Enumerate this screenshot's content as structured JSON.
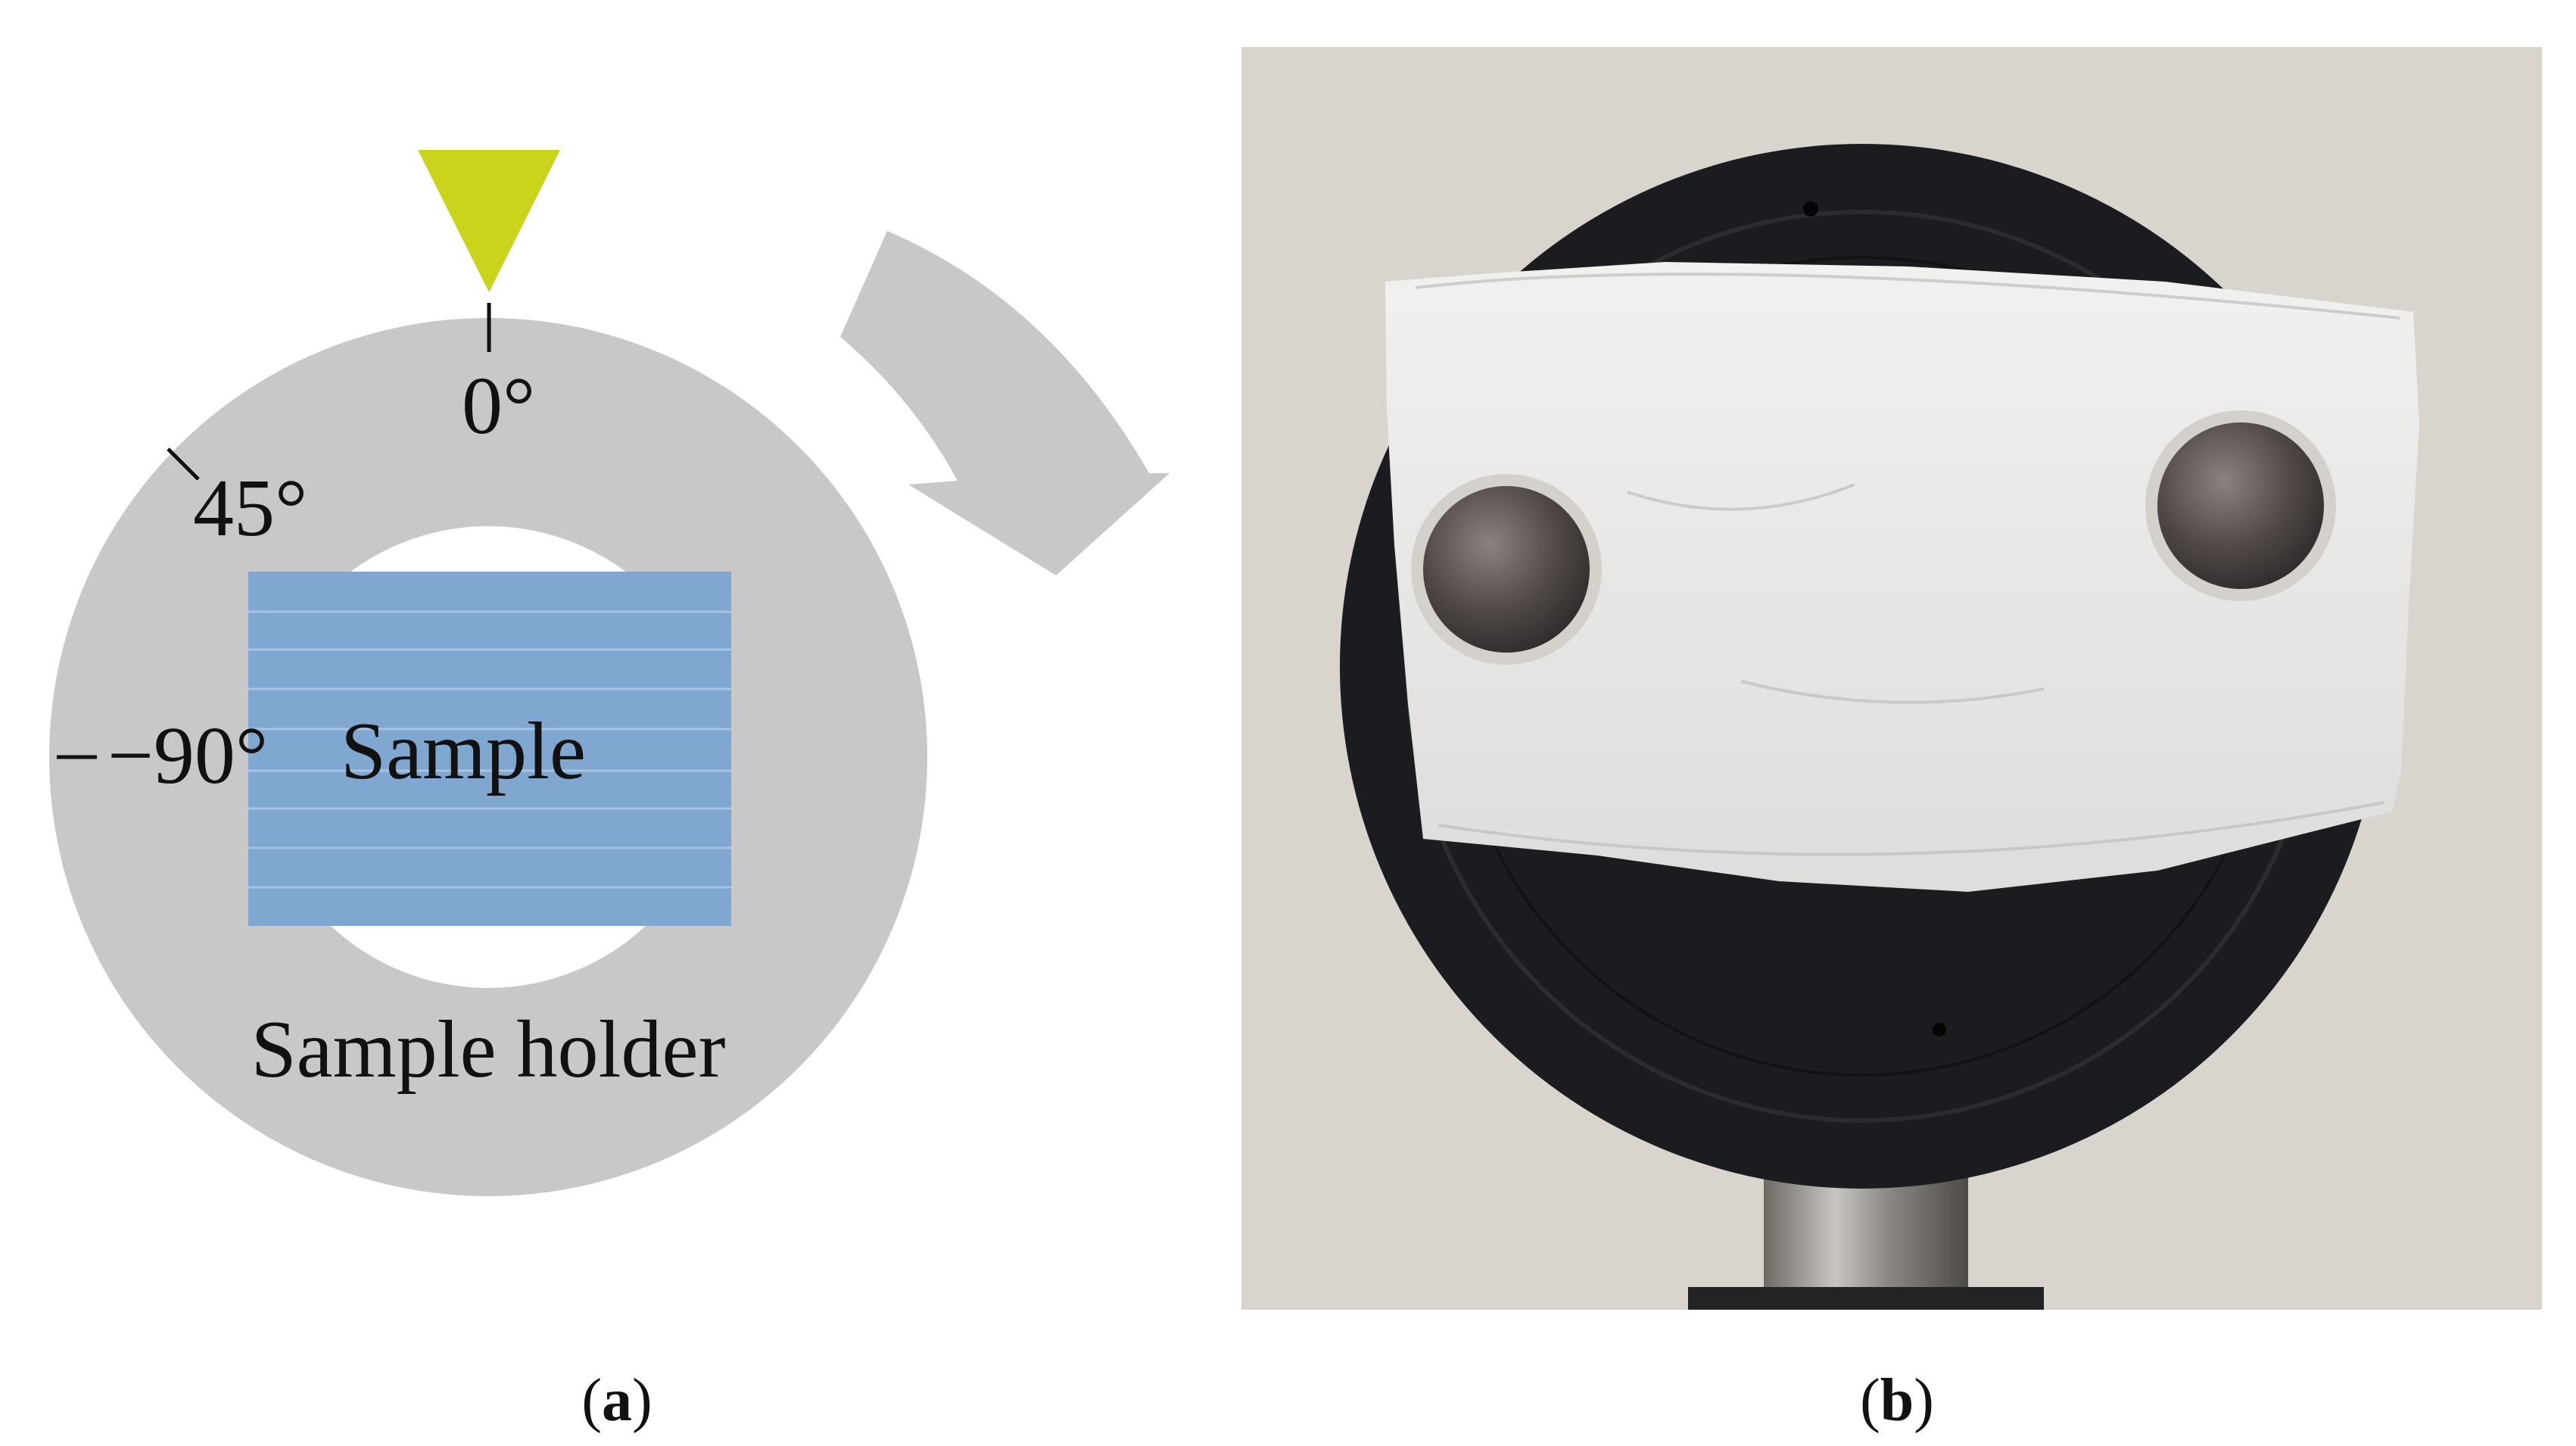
{
  "panel_a": {
    "angle_labels": {
      "deg0": "0°",
      "deg45": "45°",
      "deg_minus90": "−90°"
    },
    "sample_label": "Sample",
    "holder_label": "Sample holder",
    "colors": {
      "holder": "#c8c8c8",
      "sample": "#7fa7d0",
      "sample_lines": "#a9c3e0",
      "marker": "#c9d41a",
      "arrow": "#c8c8c8"
    }
  },
  "panel_b": {
    "colors": {
      "background": "#d9d4ce",
      "disk": "#1b1c1f",
      "paper": "#e8e8e6",
      "magnet": "#5a5352",
      "post": "#9a9792"
    }
  },
  "captions": {
    "a": {
      "open": "(",
      "letter": "a",
      "close": ")"
    },
    "b": {
      "open": "(",
      "letter": "b",
      "close": ")"
    }
  }
}
